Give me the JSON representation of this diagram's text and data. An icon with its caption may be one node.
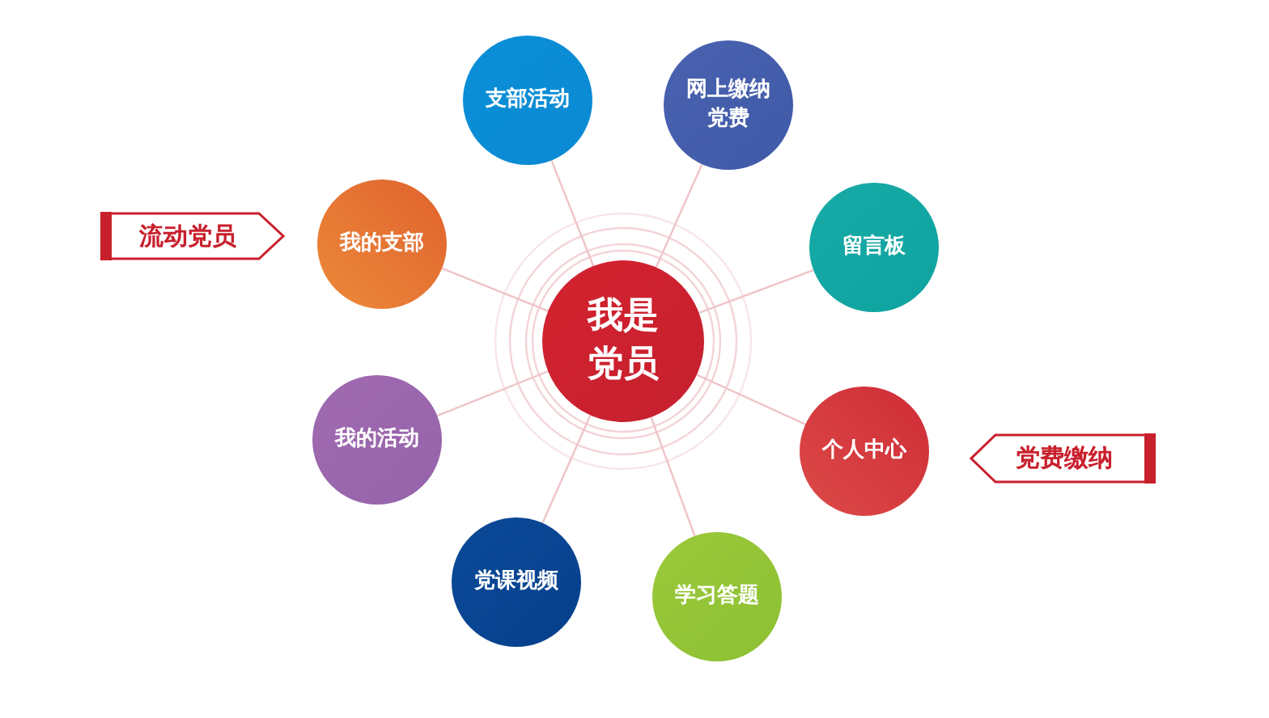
{
  "diagram": {
    "nodes": [
      {
        "text": [
          "我是党员"
        ]
      },
      {
        "text": [
          "支部活动"
        ]
      },
      {
        "text": [
          "网上缴纳党费"
        ]
      },
      {
        "text": [
          "留言板"
        ]
      },
      {
        "text": [
          "个人中心"
        ]
      },
      {
        "text": [
          "学习答题"
        ]
      },
      {
        "text": [
          "党课视频"
        ]
      },
      {
        "text": [
          "我的活动"
        ]
      },
      {
        "text": [
          "我的支部"
        ]
      },
      {
        "text": [
          "流动党员"
        ]
      },
      {
        "text": [
          "党费缴纳"
        ]
      }
    ],
    "edges": [
      {
        "from": 0,
        "to": 1,
        "arrow": "none"
      },
      {
        "from": 0,
        "to": 2,
        "arrow": "none"
      },
      {
        "from": 0,
        "to": 3,
        "arrow": "none"
      },
      {
        "from": 0,
        "to": 4,
        "arrow": "none"
      },
      {
        "from": 0,
        "to": 5,
        "arrow": "none"
      },
      {
        "from": 0,
        "to": 6,
        "arrow": "none"
      },
      {
        "from": 0,
        "to": 7,
        "arrow": "none"
      },
      {
        "from": 0,
        "to": 8,
        "arrow": "none"
      }
    ]
  }
}
